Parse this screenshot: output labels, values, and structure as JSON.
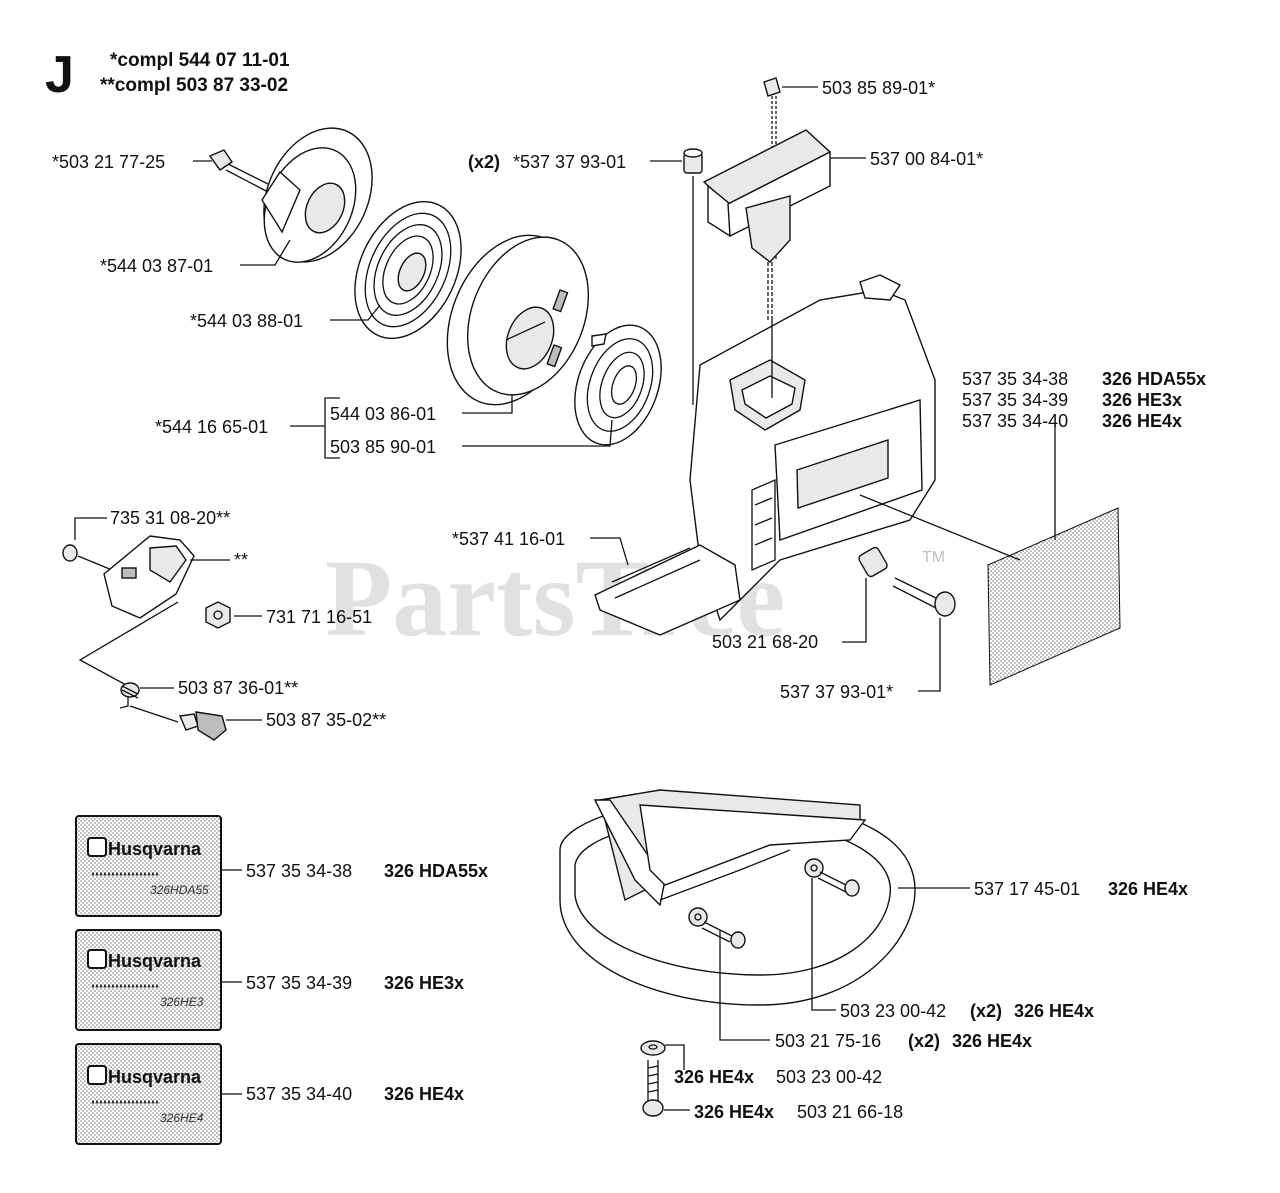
{
  "section": {
    "letter": "J"
  },
  "header": {
    "line1": "*compl 544 07 11-01",
    "line2": "**compl 503 87 33-02"
  },
  "watermark": {
    "text": "PartsTree",
    "tm": "TM"
  },
  "labels": {
    "screw_top": "*503 21 77-25",
    "pulley_hub": "*544 03 87-01",
    "spring_cover": "*544 03 88-01",
    "rope_pulley_group": "*544 16 65-01",
    "rope_pulley": "544 03 86-01",
    "recoil_spring": "503 85 90-01",
    "bushing_qty": "(x2)",
    "bushing": "*537 37 93-01",
    "rope": "503 85 89-01*",
    "handle": "537 00 84-01*",
    "decal_a_num": "537 35 34-38",
    "decal_a_model": "326 HDA55x",
    "decal_b_num": "537 35 34-39",
    "decal_b_model": "326 HE3x",
    "decal_c_num": "537 35 34-40",
    "decal_c_model": "326 HE4x",
    "washer": "735 31 08-20**",
    "choke_part": "**",
    "nut": "731 71 16-51",
    "spring_small": "503 87 36-01**",
    "choke_knob": "503 87 35-02**",
    "cover_plate": "*537 41 16-01",
    "cover_screw": "503 21 68-20",
    "bushing_bottom": "537 37 93-01*",
    "sticker_a_num": "537 35 34-38",
    "sticker_a_model": "326 HDA55x",
    "sticker_b_num": "537 35 34-39",
    "sticker_b_model": "326 HE3x",
    "sticker_c_num": "537 35 34-40",
    "sticker_c_model": "326 HE4x",
    "guard_num": "537 17 45-01",
    "guard_model": "326 HE4x",
    "guard_washer_num": "503 23 00-42",
    "guard_washer_qty": "(x2)",
    "guard_washer_model": "326 HE4x",
    "guard_screw_num": "503 21 75-16",
    "guard_screw_qty": "(x2)",
    "guard_screw_model": "326 HE4x",
    "foot_washer_model": "326 HE4x",
    "foot_washer_num": "503 23 00-42",
    "foot_screw_model": "326 HE4x",
    "foot_screw_num": "503 21 66-18"
  },
  "stickers": {
    "brand": "Husqvarna",
    "codes": [
      "326HDA55",
      "326HE3",
      "326HE4"
    ]
  },
  "colors": {
    "ink": "#111111",
    "watermark": "#c9c9c9",
    "sticker_bg": "#d8d8d8"
  }
}
